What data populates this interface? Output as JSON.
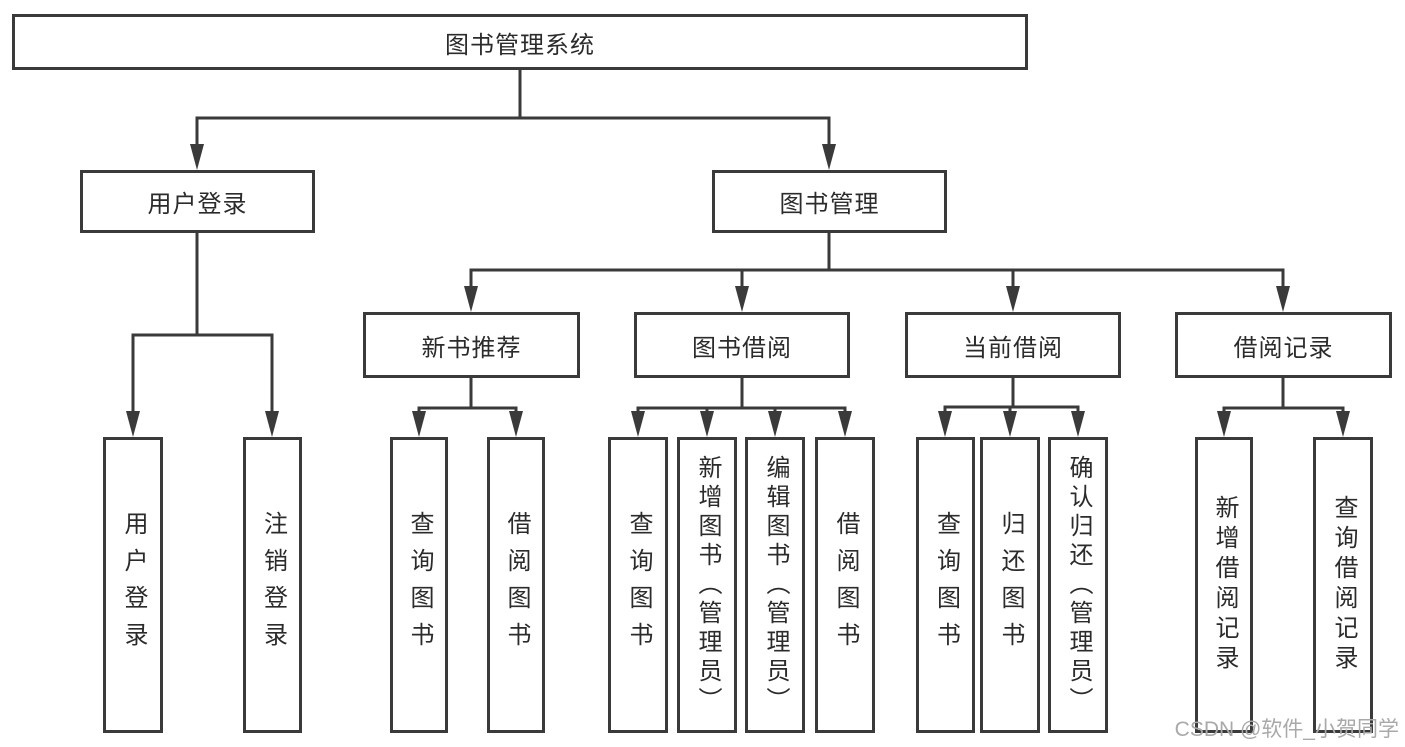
{
  "diagram": {
    "title": "图书管理系统",
    "watermark": "CSDN @软件_小贺同学",
    "colors": {
      "line": "#3a3a3a",
      "box_border": "#3a3a3a",
      "box_fill": "#ffffff",
      "text": "#2b2b2b",
      "watermark": "#a9a9a9"
    },
    "root": {
      "label": "图书管理系统"
    },
    "level1": {
      "user_login": {
        "label": "用户登录"
      },
      "book_management": {
        "label": "图书管理"
      }
    },
    "level2": {
      "new_book_recommend": {
        "label": "新书推荐"
      },
      "book_borrow": {
        "label": "图书借阅"
      },
      "current_borrow": {
        "label": "当前借阅"
      },
      "borrow_record": {
        "label": "借阅记录"
      }
    },
    "leaves": {
      "user_login": [
        "用户登录",
        "注销登录"
      ],
      "new_book_recommend": [
        "查询图书",
        "借阅图书"
      ],
      "book_borrow": [
        "查询图书",
        "新增图书（管理员）",
        "编辑图书（管理员）",
        "借阅图书"
      ],
      "current_borrow": [
        "查询图书",
        "归还图书",
        "确认归还（管理员）"
      ],
      "borrow_record": [
        "新增借阅记录",
        "查询借阅记录"
      ]
    }
  }
}
